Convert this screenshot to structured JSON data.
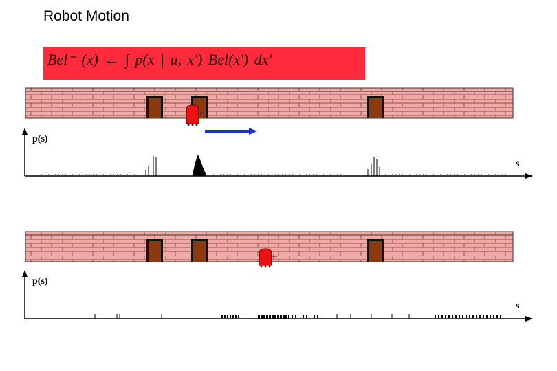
{
  "slide": {
    "title": "Robot Motion"
  },
  "formula": {
    "text": "Bel⁻ (x)  ←  ∫ p(x | u, x') Bel(x') dx'"
  },
  "panels": [
    {
      "ylabel": "p(s)",
      "xlabel": "s",
      "motion_arrow": true
    },
    {
      "ylabel": "p(s)",
      "xlabel": "s",
      "motion_arrow": false
    }
  ],
  "colors": {
    "formula_bg": "#ff2b3c",
    "wall": "#f2a8a4",
    "mortar": "#8a5050",
    "door": "#8b3a10",
    "robot": "#ee1111",
    "arrow": "#1a2fd6"
  },
  "icons": [
    "wall",
    "door-icon",
    "robot-icon",
    "motion-arrow-icon"
  ]
}
